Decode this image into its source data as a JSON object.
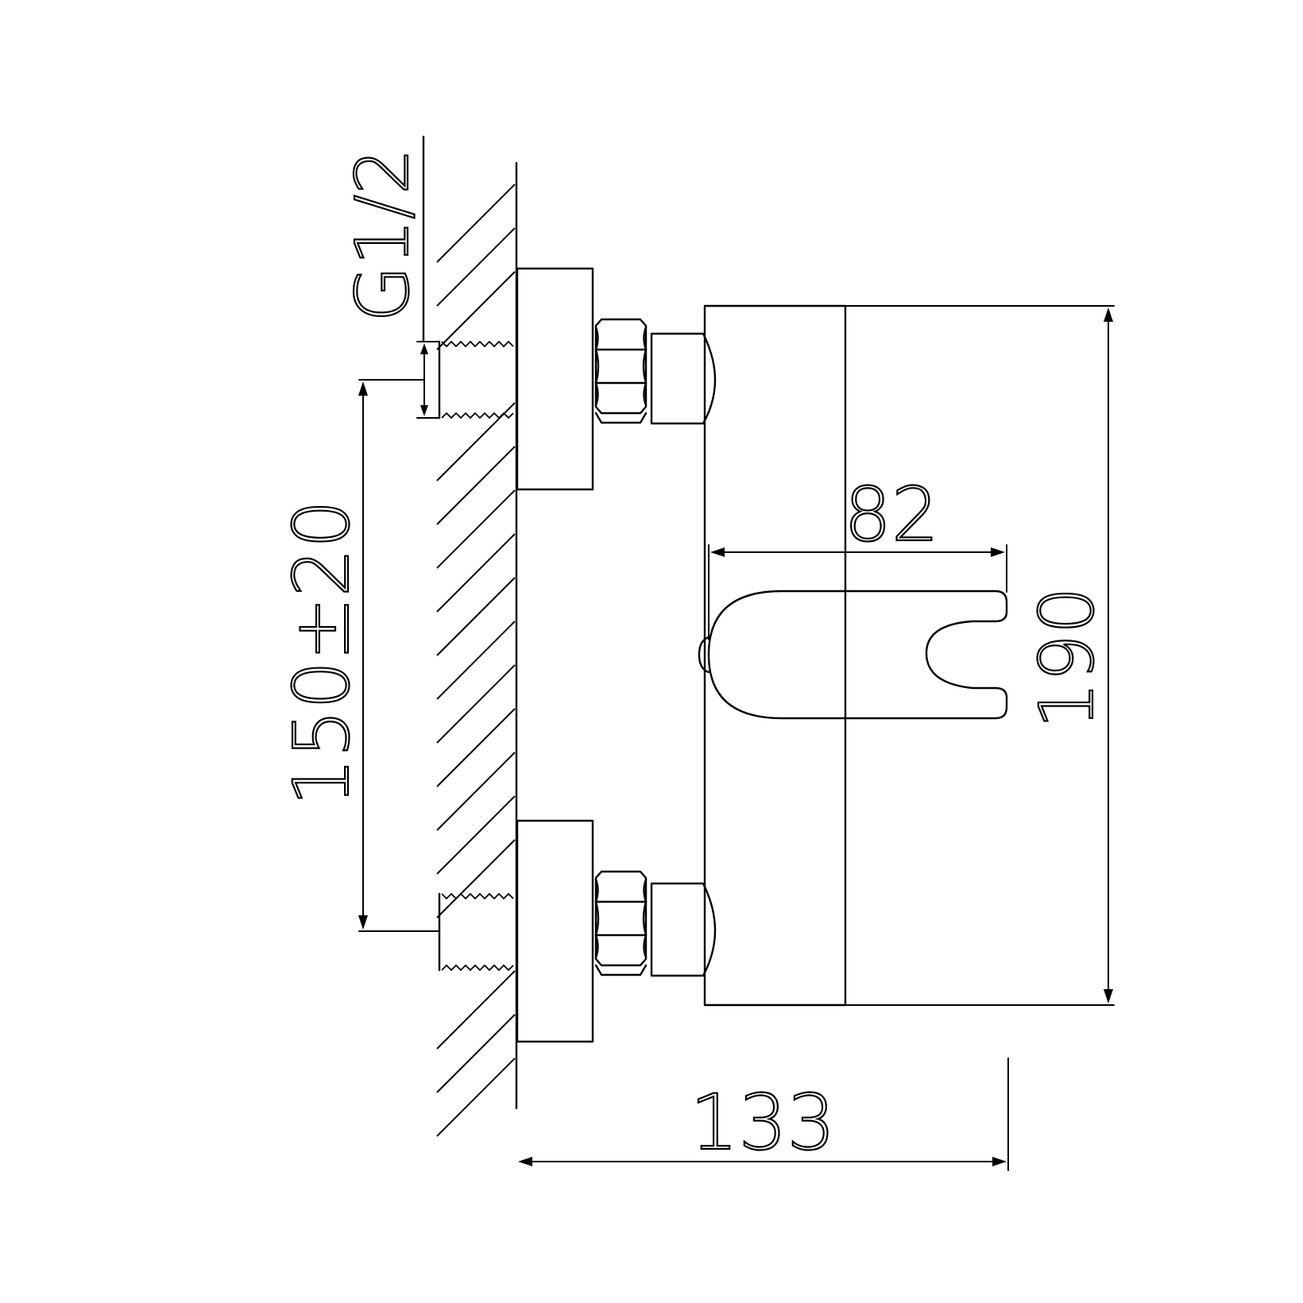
{
  "dimensions": {
    "thread_size": "G1/2",
    "inlet_spacing": "150±20",
    "holder_offset": "82",
    "body_height": "190",
    "total_depth": "133"
  },
  "colors": {
    "line": "#000000",
    "background": "#ffffff"
  }
}
